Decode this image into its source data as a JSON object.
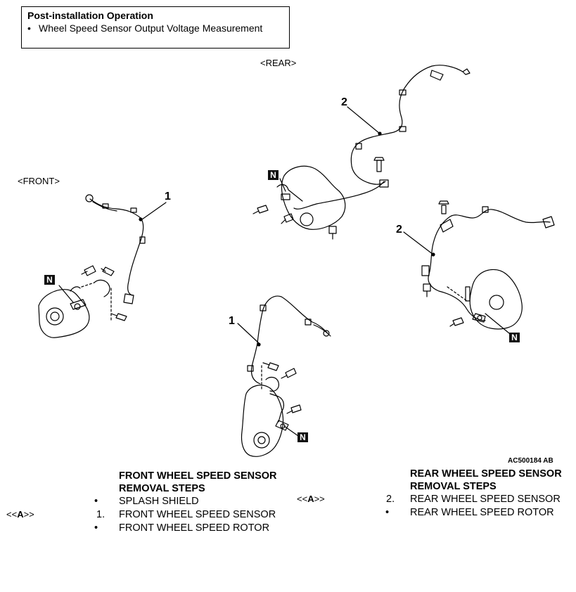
{
  "header_box": {
    "title": "Post-installation Operation",
    "items": [
      "Wheel Speed Sensor Output Voltage Measurement"
    ],
    "bullet": "•"
  },
  "views": {
    "rear_label": "<REAR>",
    "front_label": "<FRONT>"
  },
  "callouts": {
    "one": "1",
    "two": "2",
    "n": "N"
  },
  "figure_code": "AC500184 AB",
  "front_section": {
    "heading_line1": "FRONT WHEEL SPEED SENSOR",
    "heading_line2": "REMOVAL STEPS",
    "steps": [
      {
        "marker": "•",
        "ref": "",
        "label": "SPLASH SHIELD"
      },
      {
        "marker": "1.",
        "ref_open": "<<",
        "ref_letter": "A",
        "ref_close": ">>",
        "label": "FRONT WHEEL SPEED SENSOR"
      },
      {
        "marker": "•",
        "ref": "",
        "label": "FRONT WHEEL SPEED ROTOR"
      }
    ]
  },
  "rear_section": {
    "heading_line1": "REAR WHEEL SPEED SENSOR",
    "heading_line2": "REMOVAL STEPS",
    "steps": [
      {
        "marker": "2.",
        "ref_open": "<<",
        "ref_letter": "A",
        "ref_close": ">>",
        "label": "REAR WHEEL SPEED SENSOR"
      },
      {
        "marker": "•",
        "ref": "",
        "label": "REAR WHEEL SPEED ROTOR"
      }
    ]
  },
  "icons": {
    "n_marker": "n-callout-box",
    "line_art": "wheel-speed-sensor-assembly-illustration"
  }
}
